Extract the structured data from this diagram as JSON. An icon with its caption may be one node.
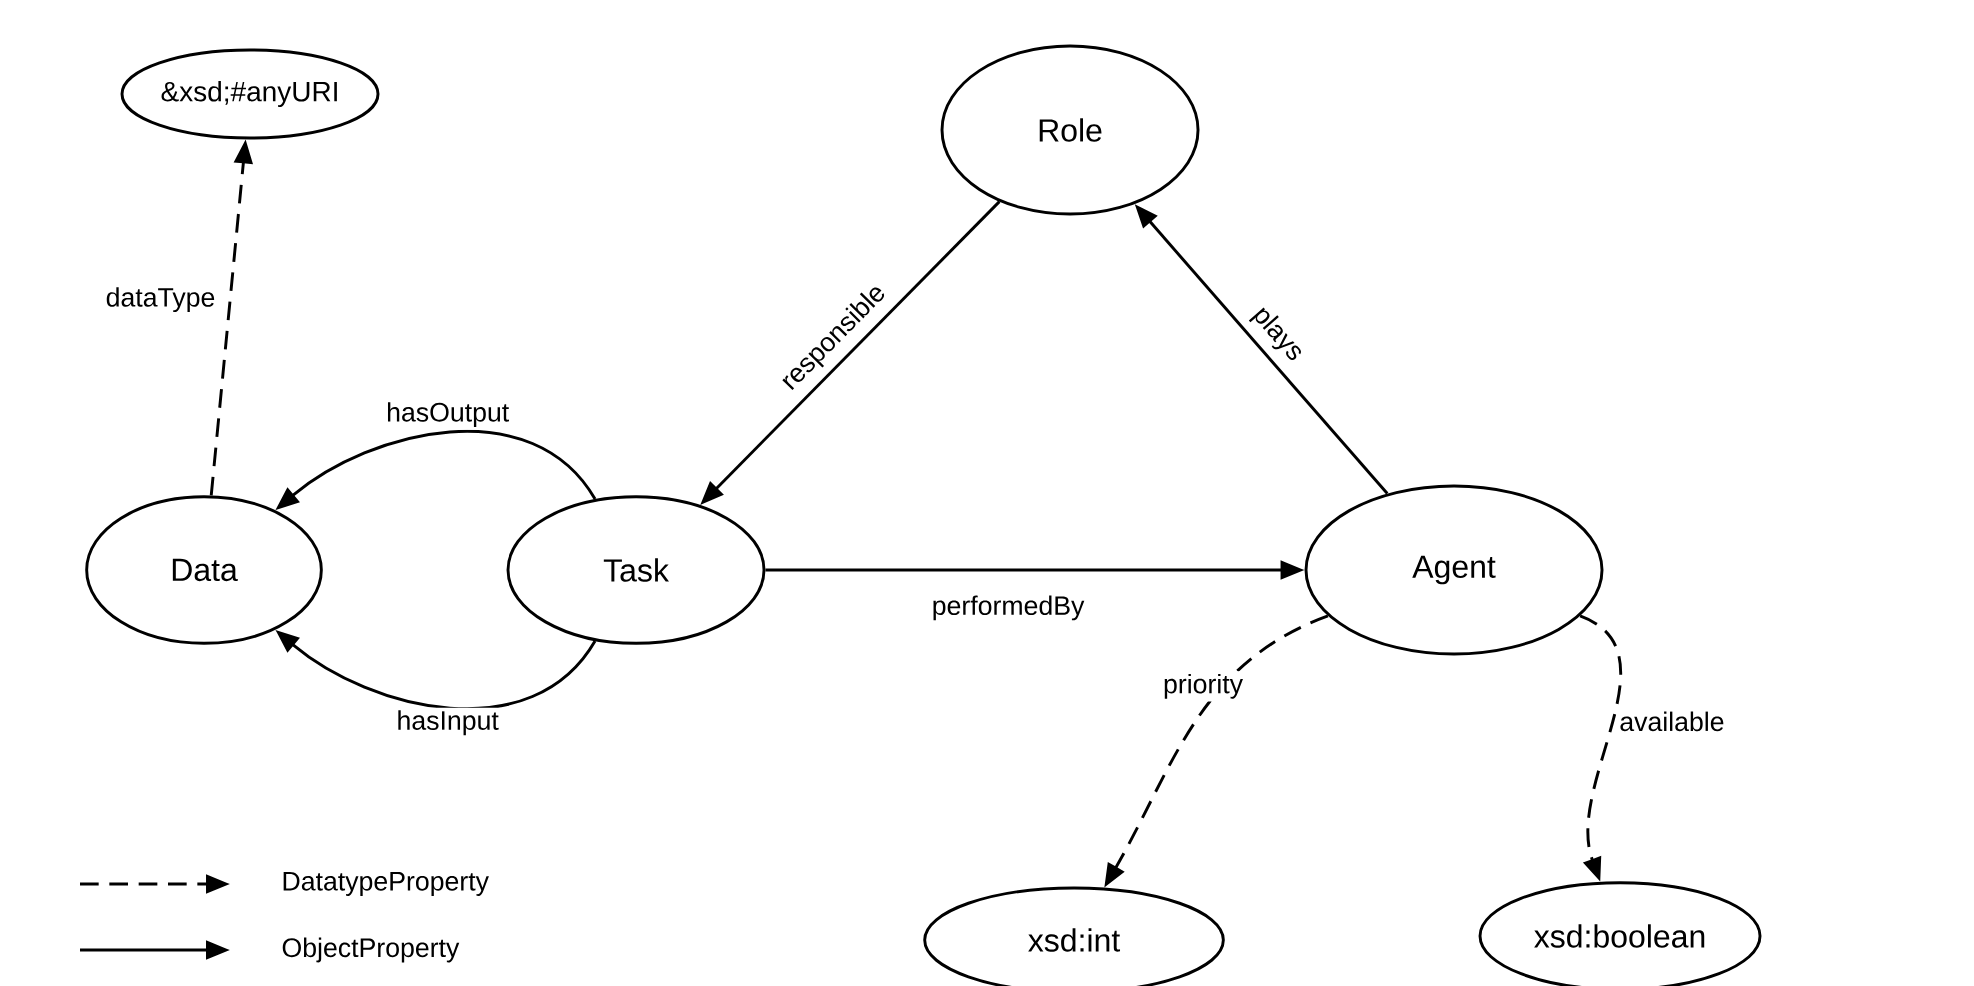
{
  "diagram": {
    "nodes": [
      {
        "text": [
          "&xsd;#anyURI"
        ]
      },
      {
        "text": [
          "Role"
        ]
      },
      {
        "text": [
          "Data"
        ]
      },
      {
        "text": [
          "Task"
        ]
      },
      {
        "text": [
          "Agent"
        ]
      },
      {
        "text": [
          "xsd:int"
        ]
      },
      {
        "text": [
          "xsd:boolean"
        ]
      }
    ],
    "edges": [
      {
        "from": 2,
        "to": 0,
        "arrow": "to",
        "style": "dashed",
        "label": "dataType"
      },
      {
        "from": 3,
        "to": 2,
        "arrow": "to",
        "label": "hasOutput"
      },
      {
        "from": 3,
        "to": 2,
        "arrow": "to",
        "label": "hasInput"
      },
      {
        "from": 1,
        "to": 3,
        "arrow": "to",
        "label": "responsible"
      },
      {
        "from": 4,
        "to": 1,
        "arrow": "to",
        "label": "plays"
      },
      {
        "from": 3,
        "to": 4,
        "arrow": "to",
        "label": "performedBy"
      },
      {
        "from": 4,
        "to": 5,
        "arrow": "to",
        "style": "dashed",
        "label": "priority"
      },
      {
        "from": 4,
        "to": 6,
        "arrow": "to",
        "style": "dashed",
        "label": "available"
      }
    ],
    "legend": [
      {
        "text": "DatatypeProperty"
      },
      {
        "text": "ObjectProperty"
      }
    ]
  }
}
